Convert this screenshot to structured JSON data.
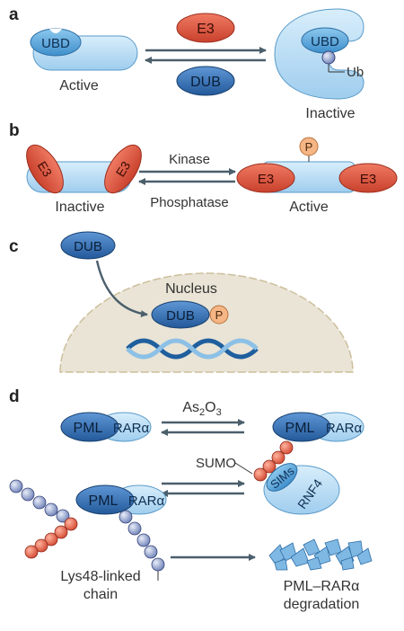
{
  "panels": {
    "a": {
      "letter": "a",
      "ubd_left": "UBD",
      "ubd_right": "UBD",
      "e3": "E3",
      "dub": "DUB",
      "ub": "Ub",
      "active": "Active",
      "inactive": "Inactive"
    },
    "b": {
      "letter": "b",
      "e3_1": "E3",
      "e3_2": "E3",
      "e3_3": "E3",
      "e3_4": "E3",
      "p": "P",
      "kinase": "Kinase",
      "phosphatase": "Phosphatase",
      "inactive": "Inactive",
      "active": "Active"
    },
    "c": {
      "letter": "c",
      "dub_top": "DUB",
      "nucleus": "Nucleus",
      "dub_nucleus": "DUB",
      "p": "P"
    },
    "d": {
      "letter": "d",
      "pml_1": "PML",
      "rara_1": "RARα",
      "pml_2": "PML",
      "rara_2": "RARα",
      "as2o3_main": "As",
      "as2o3_sub1": "2",
      "as2o3_mid": "O",
      "as2o3_sub2": "3",
      "sumo": "SUMO",
      "sims": "SIMs",
      "rnf4": "RNF4",
      "pml_3": "PML",
      "rara_3": "RARα",
      "lys48_line1": "Lys48-linked",
      "lys48_line2": "chain",
      "degradation_line1": "PML–RARα",
      "degradation_line2": "degradation"
    }
  },
  "colors": {
    "enzyme_red": "#e0543f",
    "dub_blue": "#2f6fb5",
    "light_blue": "#bfe0f5",
    "mid_blue": "#5aa7dc",
    "phosphate_orange": "#f3b27a",
    "nucleus": "#e9e4d6",
    "arrow": "#4b5f6b"
  }
}
